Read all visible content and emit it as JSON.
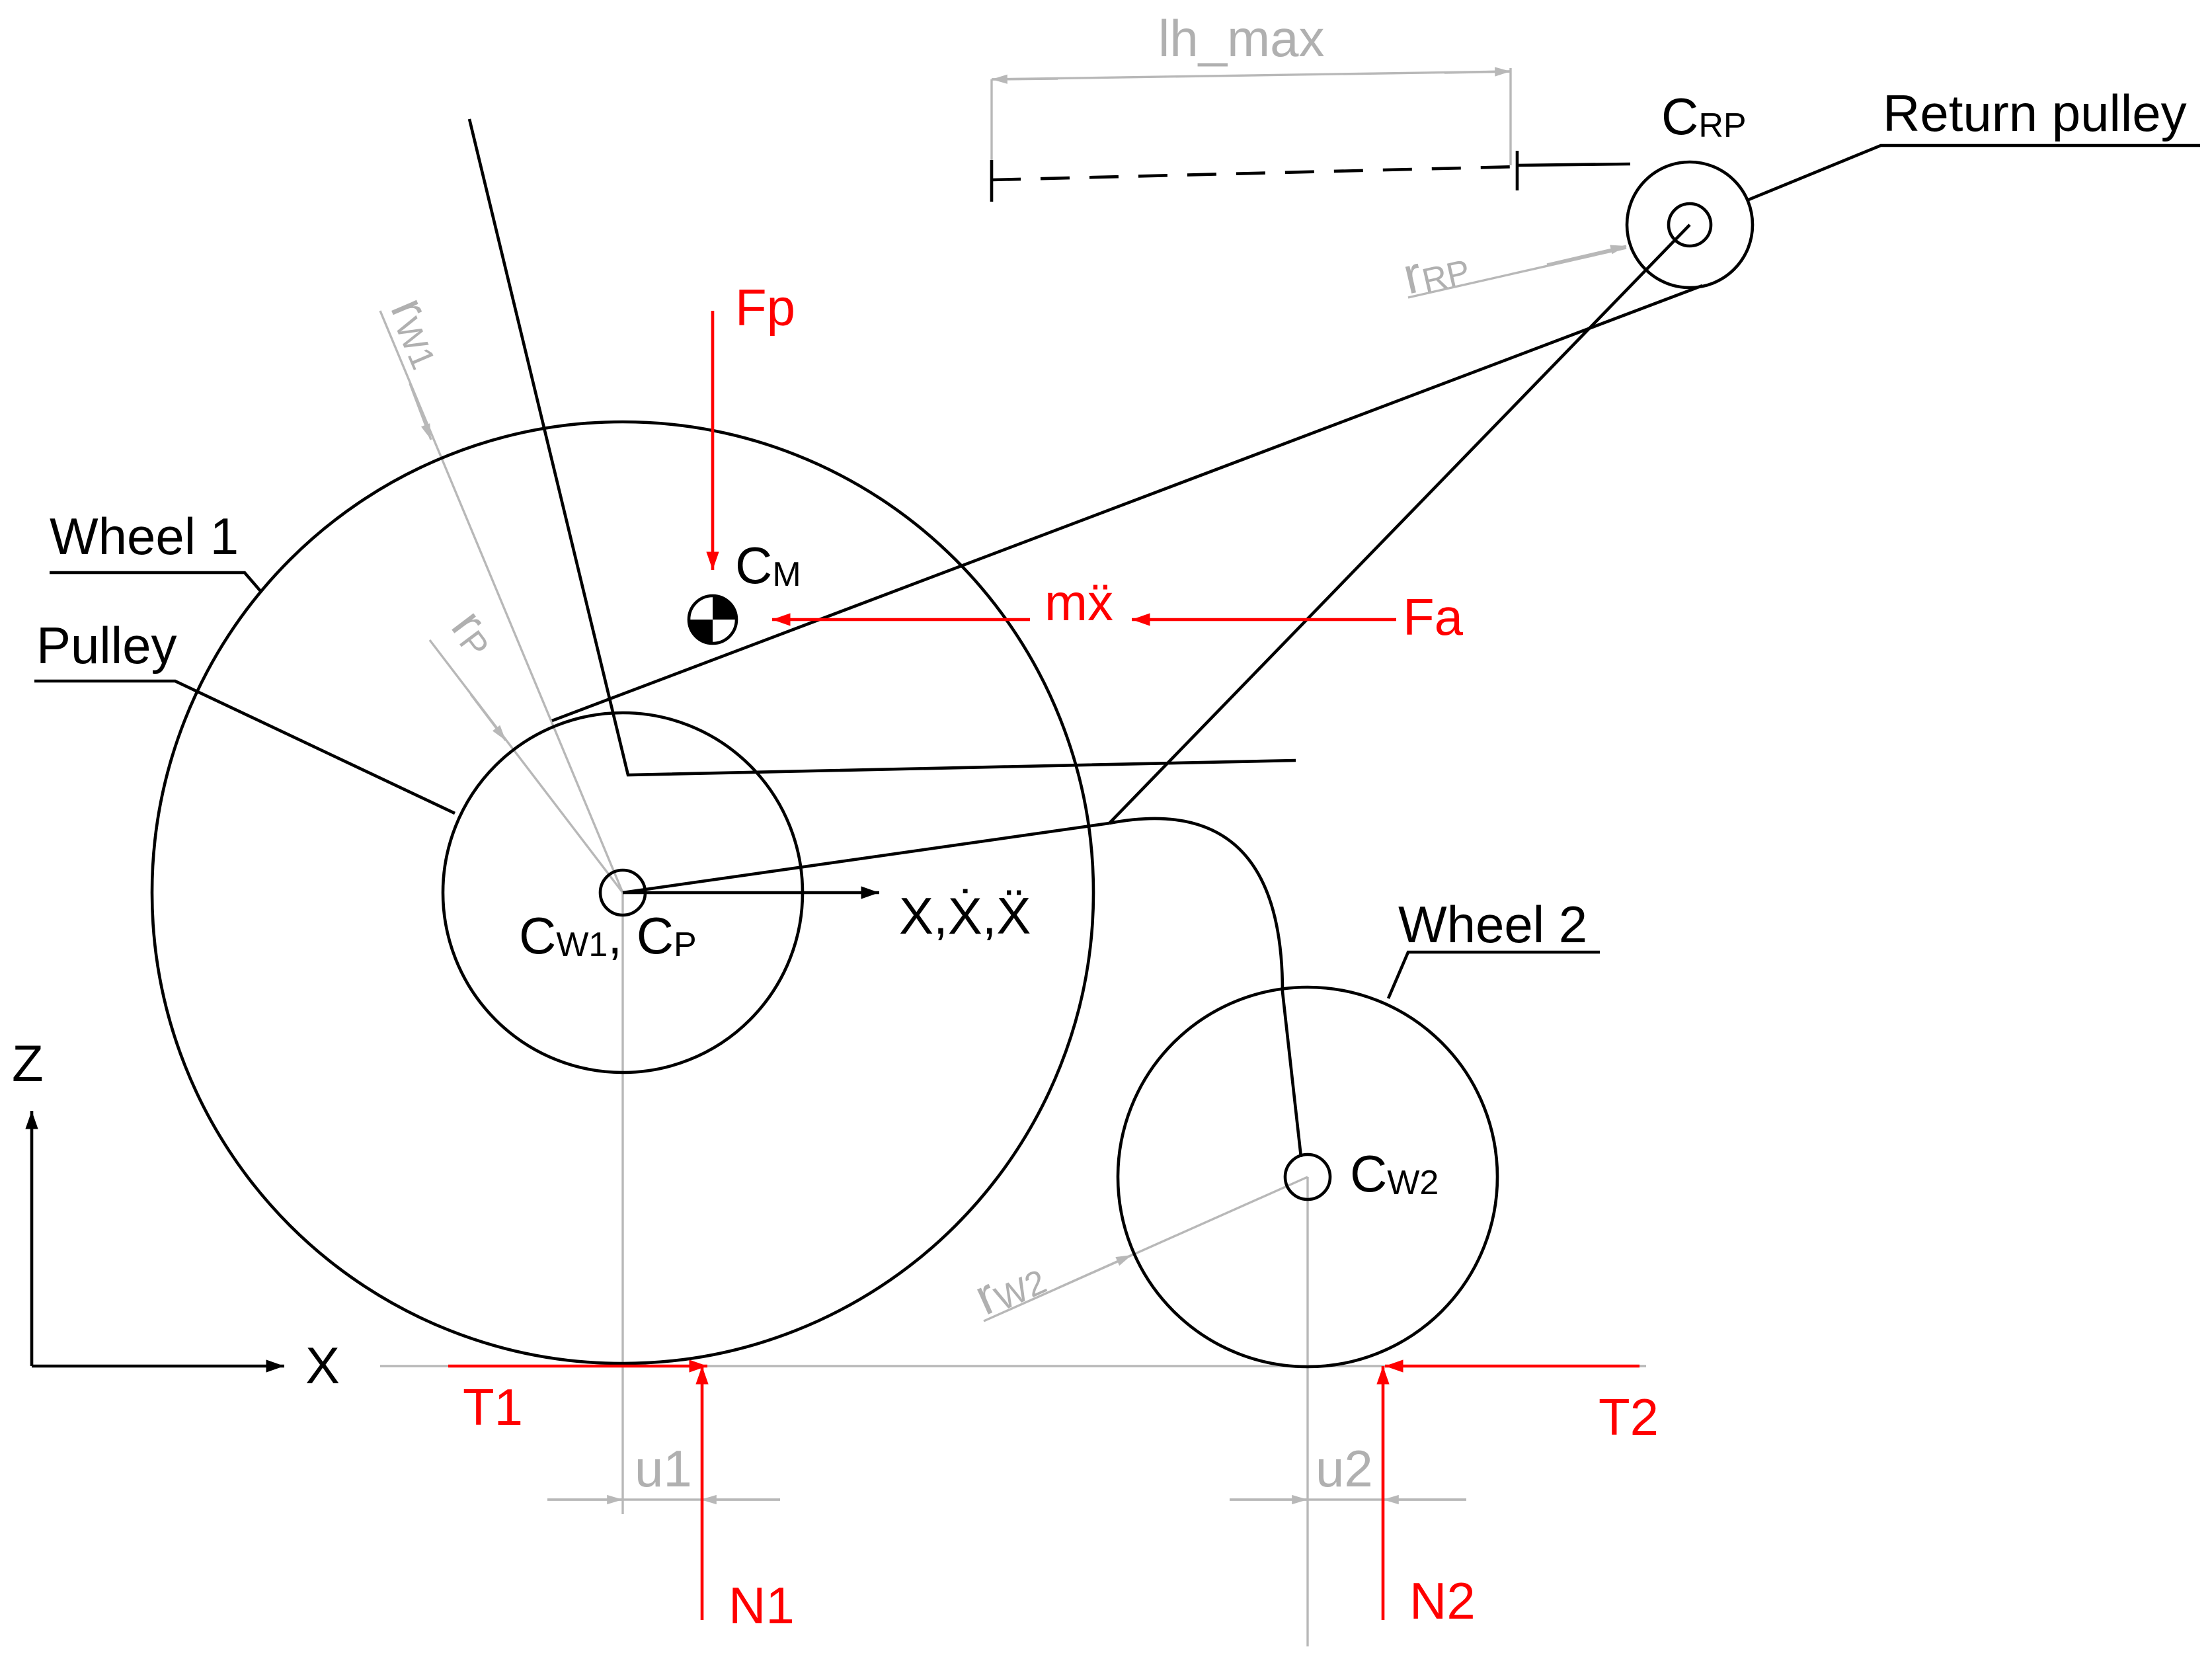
{
  "labels": {
    "lh_max": "lh_max",
    "return_pulley": "Return pulley",
    "wheel1": "Wheel 1",
    "pulley": "Pulley",
    "wheel2": "Wheel 2",
    "axis_z": "Z",
    "axis_x": "X",
    "x_motion": "X,Ẋ,Ẍ"
  },
  "points": {
    "c_rp": {
      "main": "C",
      "sub": "RP"
    },
    "c_m": {
      "main": "C",
      "sub": "M"
    },
    "c_w1": {
      "main": "C",
      "sub": "W1"
    },
    "c_p": {
      "main": "C",
      "sub": "P"
    },
    "c_w2": {
      "main": "C",
      "sub": "W2"
    },
    "cw1_separator": ", "
  },
  "radii": {
    "r_rp": {
      "main": "r",
      "sub": "RP"
    },
    "r_w1": {
      "main": "r",
      "sub": "W1"
    },
    "r_p": {
      "main": "r",
      "sub": "P"
    },
    "r_w2": {
      "main": "r",
      "sub": "W2"
    }
  },
  "forces": {
    "fp": "Fp",
    "fa": "Fa",
    "inertia": "mẍ",
    "t1": "T1",
    "t2": "T2",
    "n1": "N1",
    "n2": "N2"
  },
  "offsets": {
    "u1": "u1",
    "u2": "u2"
  },
  "colors": {
    "structure": "#000000",
    "dimension": "#b8b8b8",
    "force": "#ff0000"
  }
}
